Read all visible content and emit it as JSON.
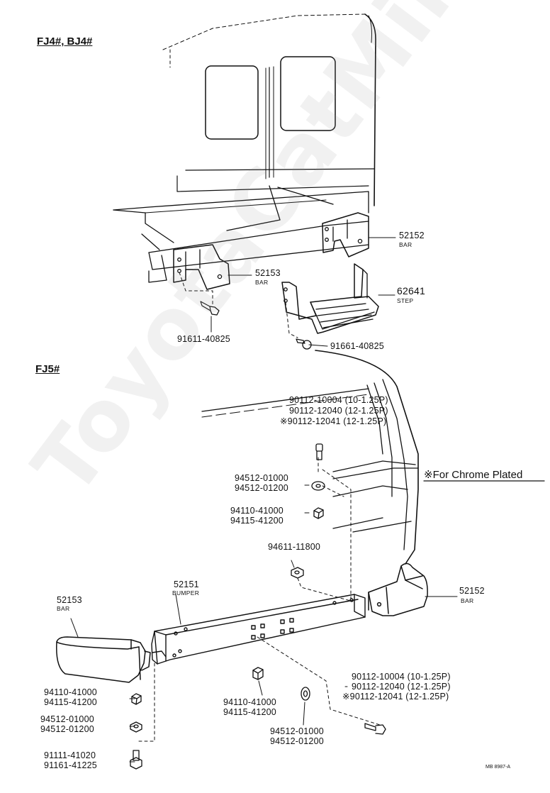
{
  "watermark": "ToyotaCatMine.ru",
  "sections": [
    {
      "key": "fj4",
      "title": "FJ4#, BJ4#"
    },
    {
      "key": "fj5",
      "title": "FJ5#"
    }
  ],
  "parts_upper": [
    {
      "part_no": "52152",
      "name": "BAR"
    },
    {
      "part_no": "52153",
      "name": "BAR"
    },
    {
      "part_no": "62641",
      "name": "STEP"
    },
    {
      "part_no": "91611-40825"
    },
    {
      "part_no": "91661-40825"
    }
  ],
  "parts_lower": {
    "bolt_upper": [
      "90112-10004 (10-1.25P)",
      "90112-12040 (12-1.25P)",
      "※90112-12041 (12-1.25P)"
    ],
    "washer_upper": [
      "94512-01000",
      "94512-01200"
    ],
    "nut_upper": [
      "94110-41000",
      "94115-41200"
    ],
    "washer_946": [
      "94611-11800"
    ],
    "bumper": {
      "part_no": "52151",
      "name": "BUMPER"
    },
    "bar_left": {
      "part_no": "52153",
      "name": "BAR"
    },
    "bar_right": {
      "part_no": "52152",
      "name": "BAR"
    },
    "nut_left": [
      "94110-41000",
      "94115-41200"
    ],
    "washer_left": [
      "94512-01000",
      "94512-01200"
    ],
    "bolt_left": [
      "91111-41020",
      "91161-41225"
    ],
    "nut_center": [
      "94110-41000",
      "94115-41200"
    ],
    "washer_center": [
      "94512-01000",
      "94512-01200"
    ],
    "bolt_right": [
      "90112-10004 (10-1.25P)",
      "90112-12040 (12-1.25P)",
      "※90112-12041 (12-1.25P)"
    ]
  },
  "chrome_note": "※For Chrome Plated",
  "drawing_code": "MB  8987-A"
}
